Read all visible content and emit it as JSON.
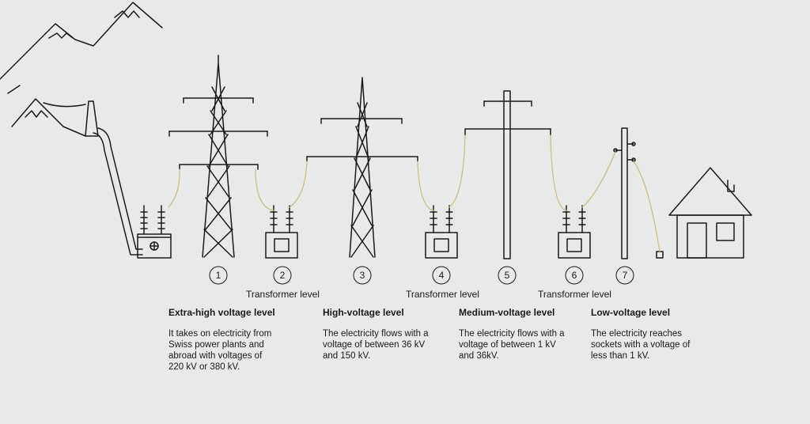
{
  "diagram": {
    "steps": [
      "1",
      "2",
      "3",
      "4",
      "5",
      "6",
      "7"
    ],
    "transformer_label": "Transformer level",
    "levels": [
      {
        "title": "Extra-high voltage level",
        "description": "It takes on electricity from Swiss power plants and abroad with voltages of 220 kV or 380 kV."
      },
      {
        "title": "High-voltage level",
        "description": "The electricity flows with a voltage of between 36 kV and 150 kV."
      },
      {
        "title": "Medium-voltage level",
        "description": "The electricity flows with a voltage of between 1 kV and 36kV."
      },
      {
        "title": "Low-voltage level",
        "description": "The electricity reaches sockets with a voltage of less than 1 kV."
      }
    ],
    "colors": {
      "background": "#e9e9e7",
      "line": "#1a1a1a",
      "cable": "#c9bf84"
    }
  }
}
